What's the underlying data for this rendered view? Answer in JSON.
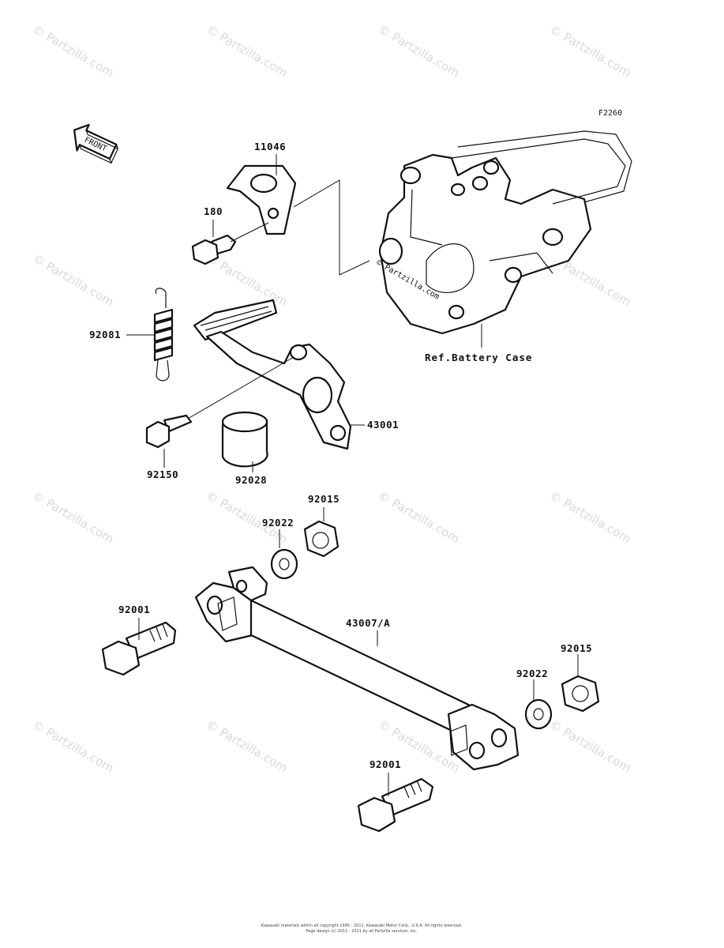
{
  "diagram": {
    "code": "F2260",
    "front_label": "FRONT",
    "reference_label": "Ref.Battery Case",
    "parts": [
      {
        "id": "p11046",
        "label": "11046"
      },
      {
        "id": "p180",
        "label": "180"
      },
      {
        "id": "p92081",
        "label": "92081"
      },
      {
        "id": "p43001",
        "label": "43001"
      },
      {
        "id": "p92150",
        "label": "92150"
      },
      {
        "id": "p92028",
        "label": "92028"
      },
      {
        "id": "p92015a",
        "label": "92015"
      },
      {
        "id": "p92022a",
        "label": "92022"
      },
      {
        "id": "p92001a",
        "label": "92001"
      },
      {
        "id": "p43007",
        "label": "43007/A"
      },
      {
        "id": "p92015b",
        "label": "92015"
      },
      {
        "id": "p92022b",
        "label": "92022"
      },
      {
        "id": "p92001b",
        "label": "92001"
      }
    ]
  },
  "watermark": {
    "text": "© Partzilla.com",
    "center_text": "© Partzilla.com"
  },
  "footer": {
    "line1": "Kawasaki materials within all copyright 1995 - 2011. Kawasaki Motor Corp., U.S.A. All rights reserved.",
    "line2": "Page design (c) 2011 - 2011 by all Partzilla services, inc."
  }
}
